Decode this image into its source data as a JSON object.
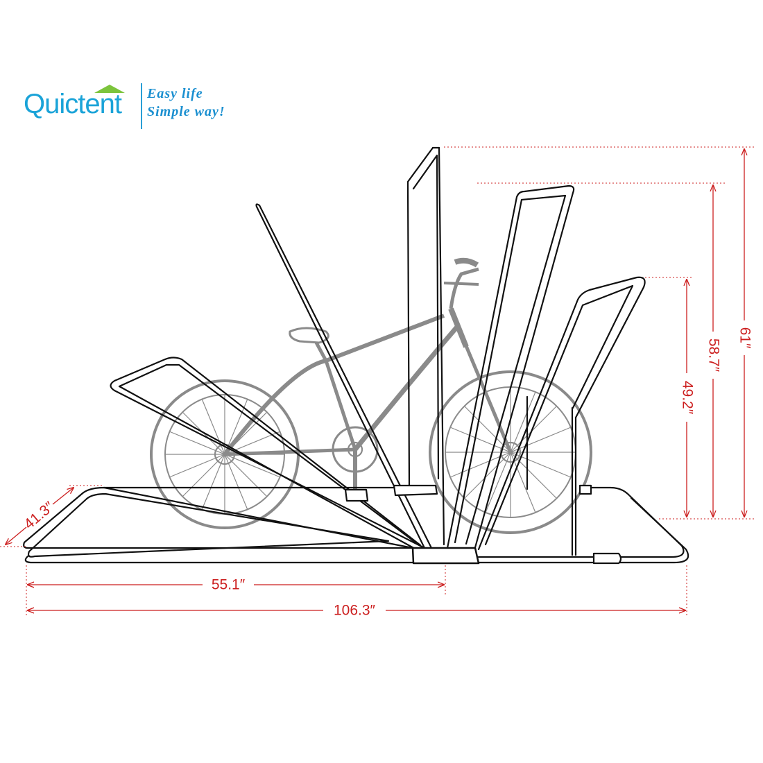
{
  "logo": {
    "brand": "Quictent",
    "tagline_line1": "Easy life",
    "tagline_line2": "Simple way!"
  },
  "dimensions": {
    "height_total": "61″",
    "height_mid": "58.7″",
    "height_low": "49.2″",
    "depth": "41.3″",
    "half_length": "55.1″",
    "full_length": "106.3″"
  },
  "colors": {
    "dimension": "#cc1f1f",
    "frame": "#111111",
    "bike": "#8a8a8a",
    "brand": "#1aa3d8",
    "roof": "#7cc43c"
  }
}
